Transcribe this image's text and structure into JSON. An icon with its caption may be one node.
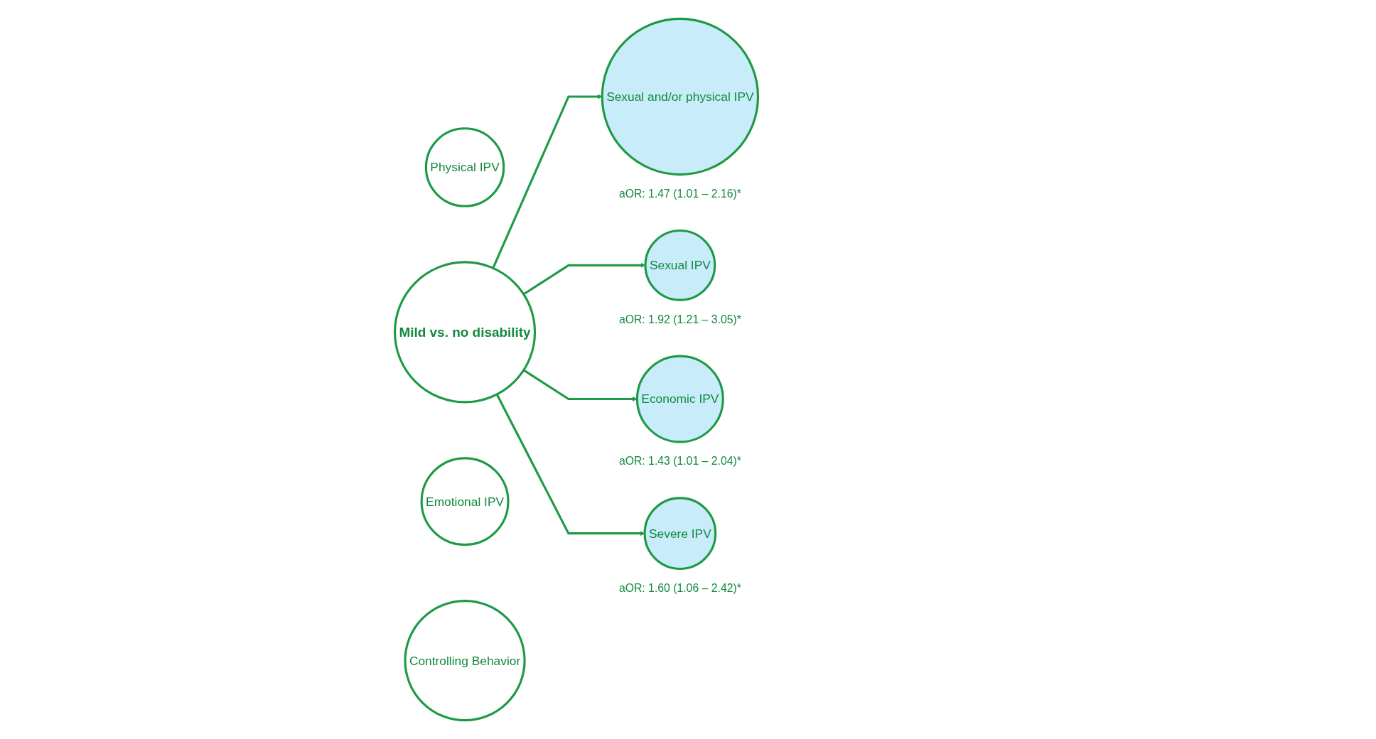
{
  "diagram": {
    "nodes": [
      {
        "text": [
          "Sexual and/or physical IPV"
        ],
        "beside": [
          "aOR: 1.47 (1.01 – 2.16)*"
        ]
      },
      {
        "text": [
          "Physical IPV"
        ]
      },
      {
        "text": [
          "Sexual IPV"
        ],
        "beside": [
          "aOR: 1.92 (1.21 – 3.05)*"
        ]
      },
      {
        "text": [
          "Mild vs. no disability"
        ]
      },
      {
        "text": [
          "Economic IPV"
        ],
        "beside": [
          "aOR: 1.43 (1.01 – 2.04)*"
        ]
      },
      {
        "text": [
          "Severe IPV"
        ],
        "beside": [
          "aOR: 1.60 (1.06 – 2.42)*"
        ]
      },
      {
        "text": [
          "Emotional IPV"
        ]
      },
      {
        "text": [
          "Controlling Behavior"
        ]
      }
    ],
    "edges": [
      {
        "from": 3,
        "to": 0,
        "arrow": "to"
      },
      {
        "from": 3,
        "to": 2,
        "arrow": "to"
      },
      {
        "from": 3,
        "to": 4,
        "arrow": "to"
      },
      {
        "from": 3,
        "to": 5,
        "arrow": "to"
      }
    ]
  }
}
